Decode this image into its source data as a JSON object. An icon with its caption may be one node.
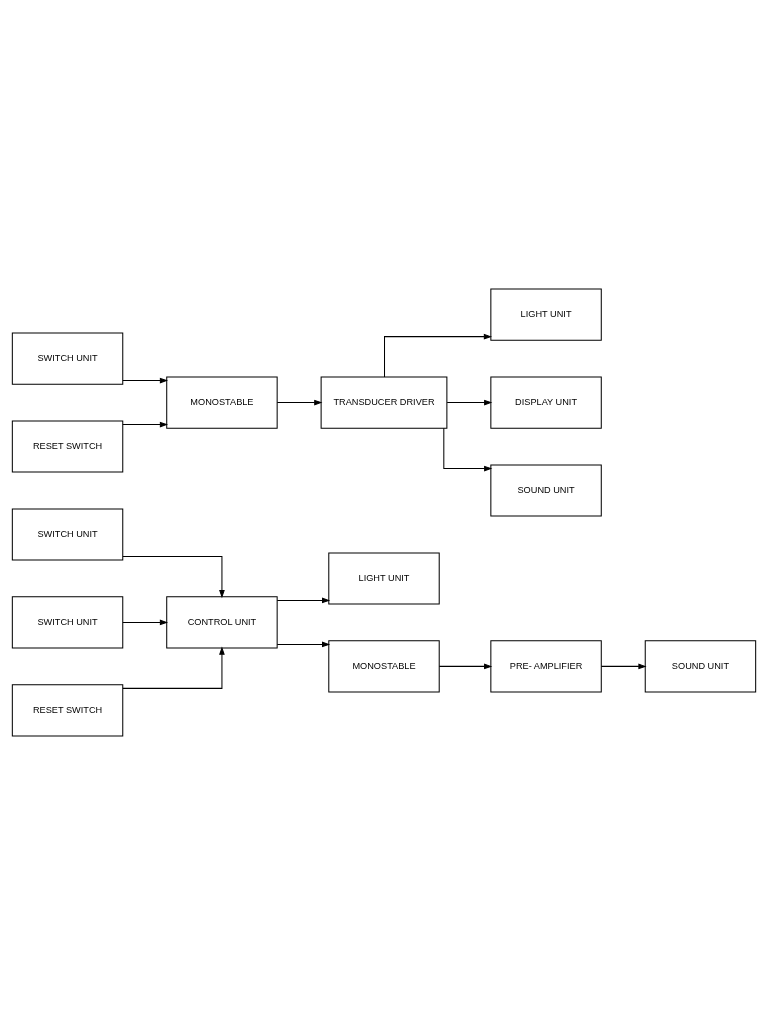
{
  "diagram": {
    "nodes": [
      {
        "text": [
          "SWITCH UNIT"
        ]
      },
      {
        "text": [
          "LIGHT UNIT"
        ]
      },
      {
        "text": [
          "CONTROL UNIT"
        ]
      },
      {
        "text": [
          "SWITCH UNIT"
        ]
      },
      {
        "text": [
          "RESET SWITCH"
        ]
      },
      {
        "text": [
          "MONOSTABLE"
        ]
      },
      {
        "text": [
          "PRE- AMPLIFIER"
        ]
      },
      {
        "text": [
          "SOUND UNIT"
        ]
      },
      {
        "text": [
          "LIGHT UNIT"
        ]
      },
      {
        "text": [
          "SWITCH UNIT"
        ]
      },
      {
        "text": [
          "MONOSTABLE"
        ]
      },
      {
        "text": [
          "TRANSDUCER DRIVER"
        ]
      },
      {
        "text": [
          "DISPLAY UNIT"
        ]
      },
      {
        "text": [
          "RESET SWITCH"
        ]
      },
      {
        "text": [
          "SOUND UNIT"
        ]
      }
    ],
    "edges": [
      {
        "from": 0,
        "to": 2,
        "arrow": "to"
      },
      {
        "from": 3,
        "to": 2,
        "arrow": "to"
      },
      {
        "from": 4,
        "to": 2,
        "arrow": "to"
      },
      {
        "from": 2,
        "to": 1,
        "arrow": "to"
      },
      {
        "from": 2,
        "to": 5,
        "arrow": "to"
      },
      {
        "from": 5,
        "to": 6,
        "arrow": "to"
      },
      {
        "from": 6,
        "to": 7,
        "arrow": "to"
      },
      {
        "from": 9,
        "to": 10,
        "arrow": "to"
      },
      {
        "from": 13,
        "to": 10,
        "arrow": "to"
      },
      {
        "from": 10,
        "to": 11,
        "arrow": "to"
      },
      {
        "from": 11,
        "to": 8,
        "arrow": "to"
      },
      {
        "from": 11,
        "to": 12,
        "arrow": "to"
      },
      {
        "from": 11,
        "to": 14,
        "arrow": "to"
      }
    ]
  }
}
